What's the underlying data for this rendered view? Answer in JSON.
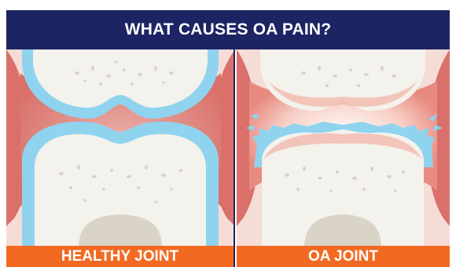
{
  "header": {
    "title": "WHAT CAUSES OA PAIN?"
  },
  "panels": {
    "healthy": {
      "label": "HEALTHY JOINT"
    },
    "oa": {
      "label": "OA JOINT"
    }
  },
  "colors": {
    "header_bg": "#1d2464",
    "label_bg": "#f26a22",
    "cartilage": "#8fd3ef",
    "synovium": "#e1827a",
    "bone": "#f3f2ec",
    "inflammation": "#f6b7ad"
  }
}
